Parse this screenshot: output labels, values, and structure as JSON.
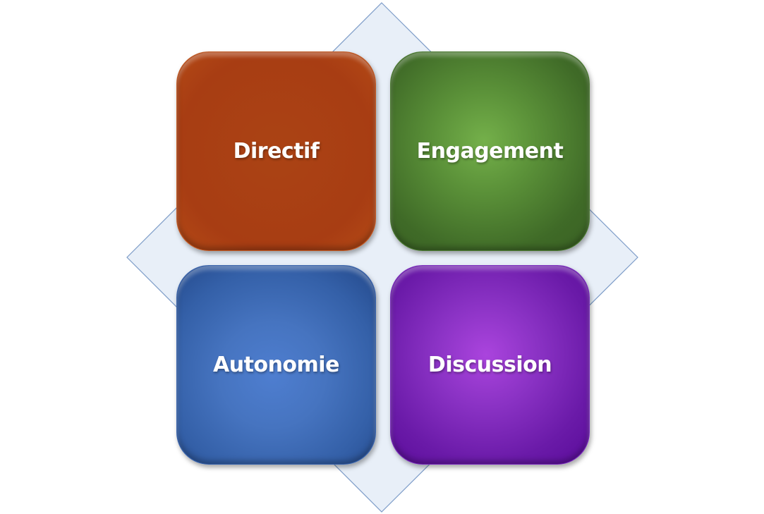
{
  "diagram": {
    "quadrants": [
      {
        "label": "Directif",
        "color": "#a83d13"
      },
      {
        "label": "Engagement",
        "color": "#5a9038"
      },
      {
        "label": "Autonomie",
        "color": "#4674c0"
      },
      {
        "label": "Discussion",
        "color": "#8a32c4"
      }
    ],
    "background_shape": {
      "kind": "diamond",
      "fill": "#e8eff8",
      "stroke": "#7d9cc8"
    }
  }
}
